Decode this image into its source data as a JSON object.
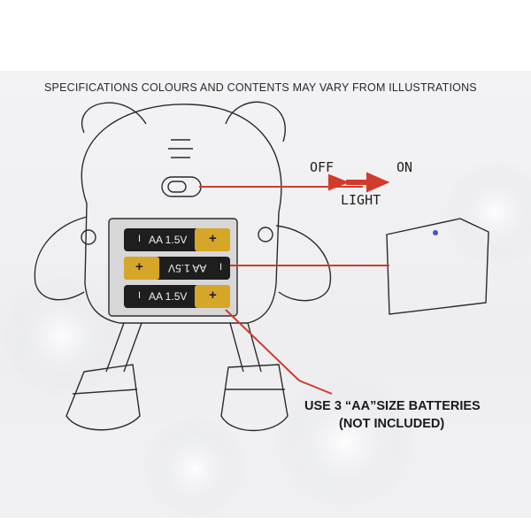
{
  "notice": "SPECIFICATIONS COLOURS AND CONTENTS MAY VARY FROM ILLUSTRATIONS",
  "switch": {
    "off_label": "OFF",
    "on_label": "ON",
    "light_label": "LIGHT"
  },
  "batteries": [
    {
      "label": "AA 1.5V",
      "plus": "+",
      "minus": "I"
    },
    {
      "label": "AA 1.5V",
      "plus": "+",
      "minus": "I"
    },
    {
      "label": "AA 1.5V",
      "plus": "+",
      "minus": "I"
    }
  ],
  "instructions": {
    "line1": "USE 3 “AA”SIZE BATTERIES",
    "line2": "(NOT INCLUDED)"
  },
  "colors": {
    "pointer_red": "#d23a2a",
    "battery_black": "#1e1e1e",
    "battery_gold": "#d6a628"
  }
}
